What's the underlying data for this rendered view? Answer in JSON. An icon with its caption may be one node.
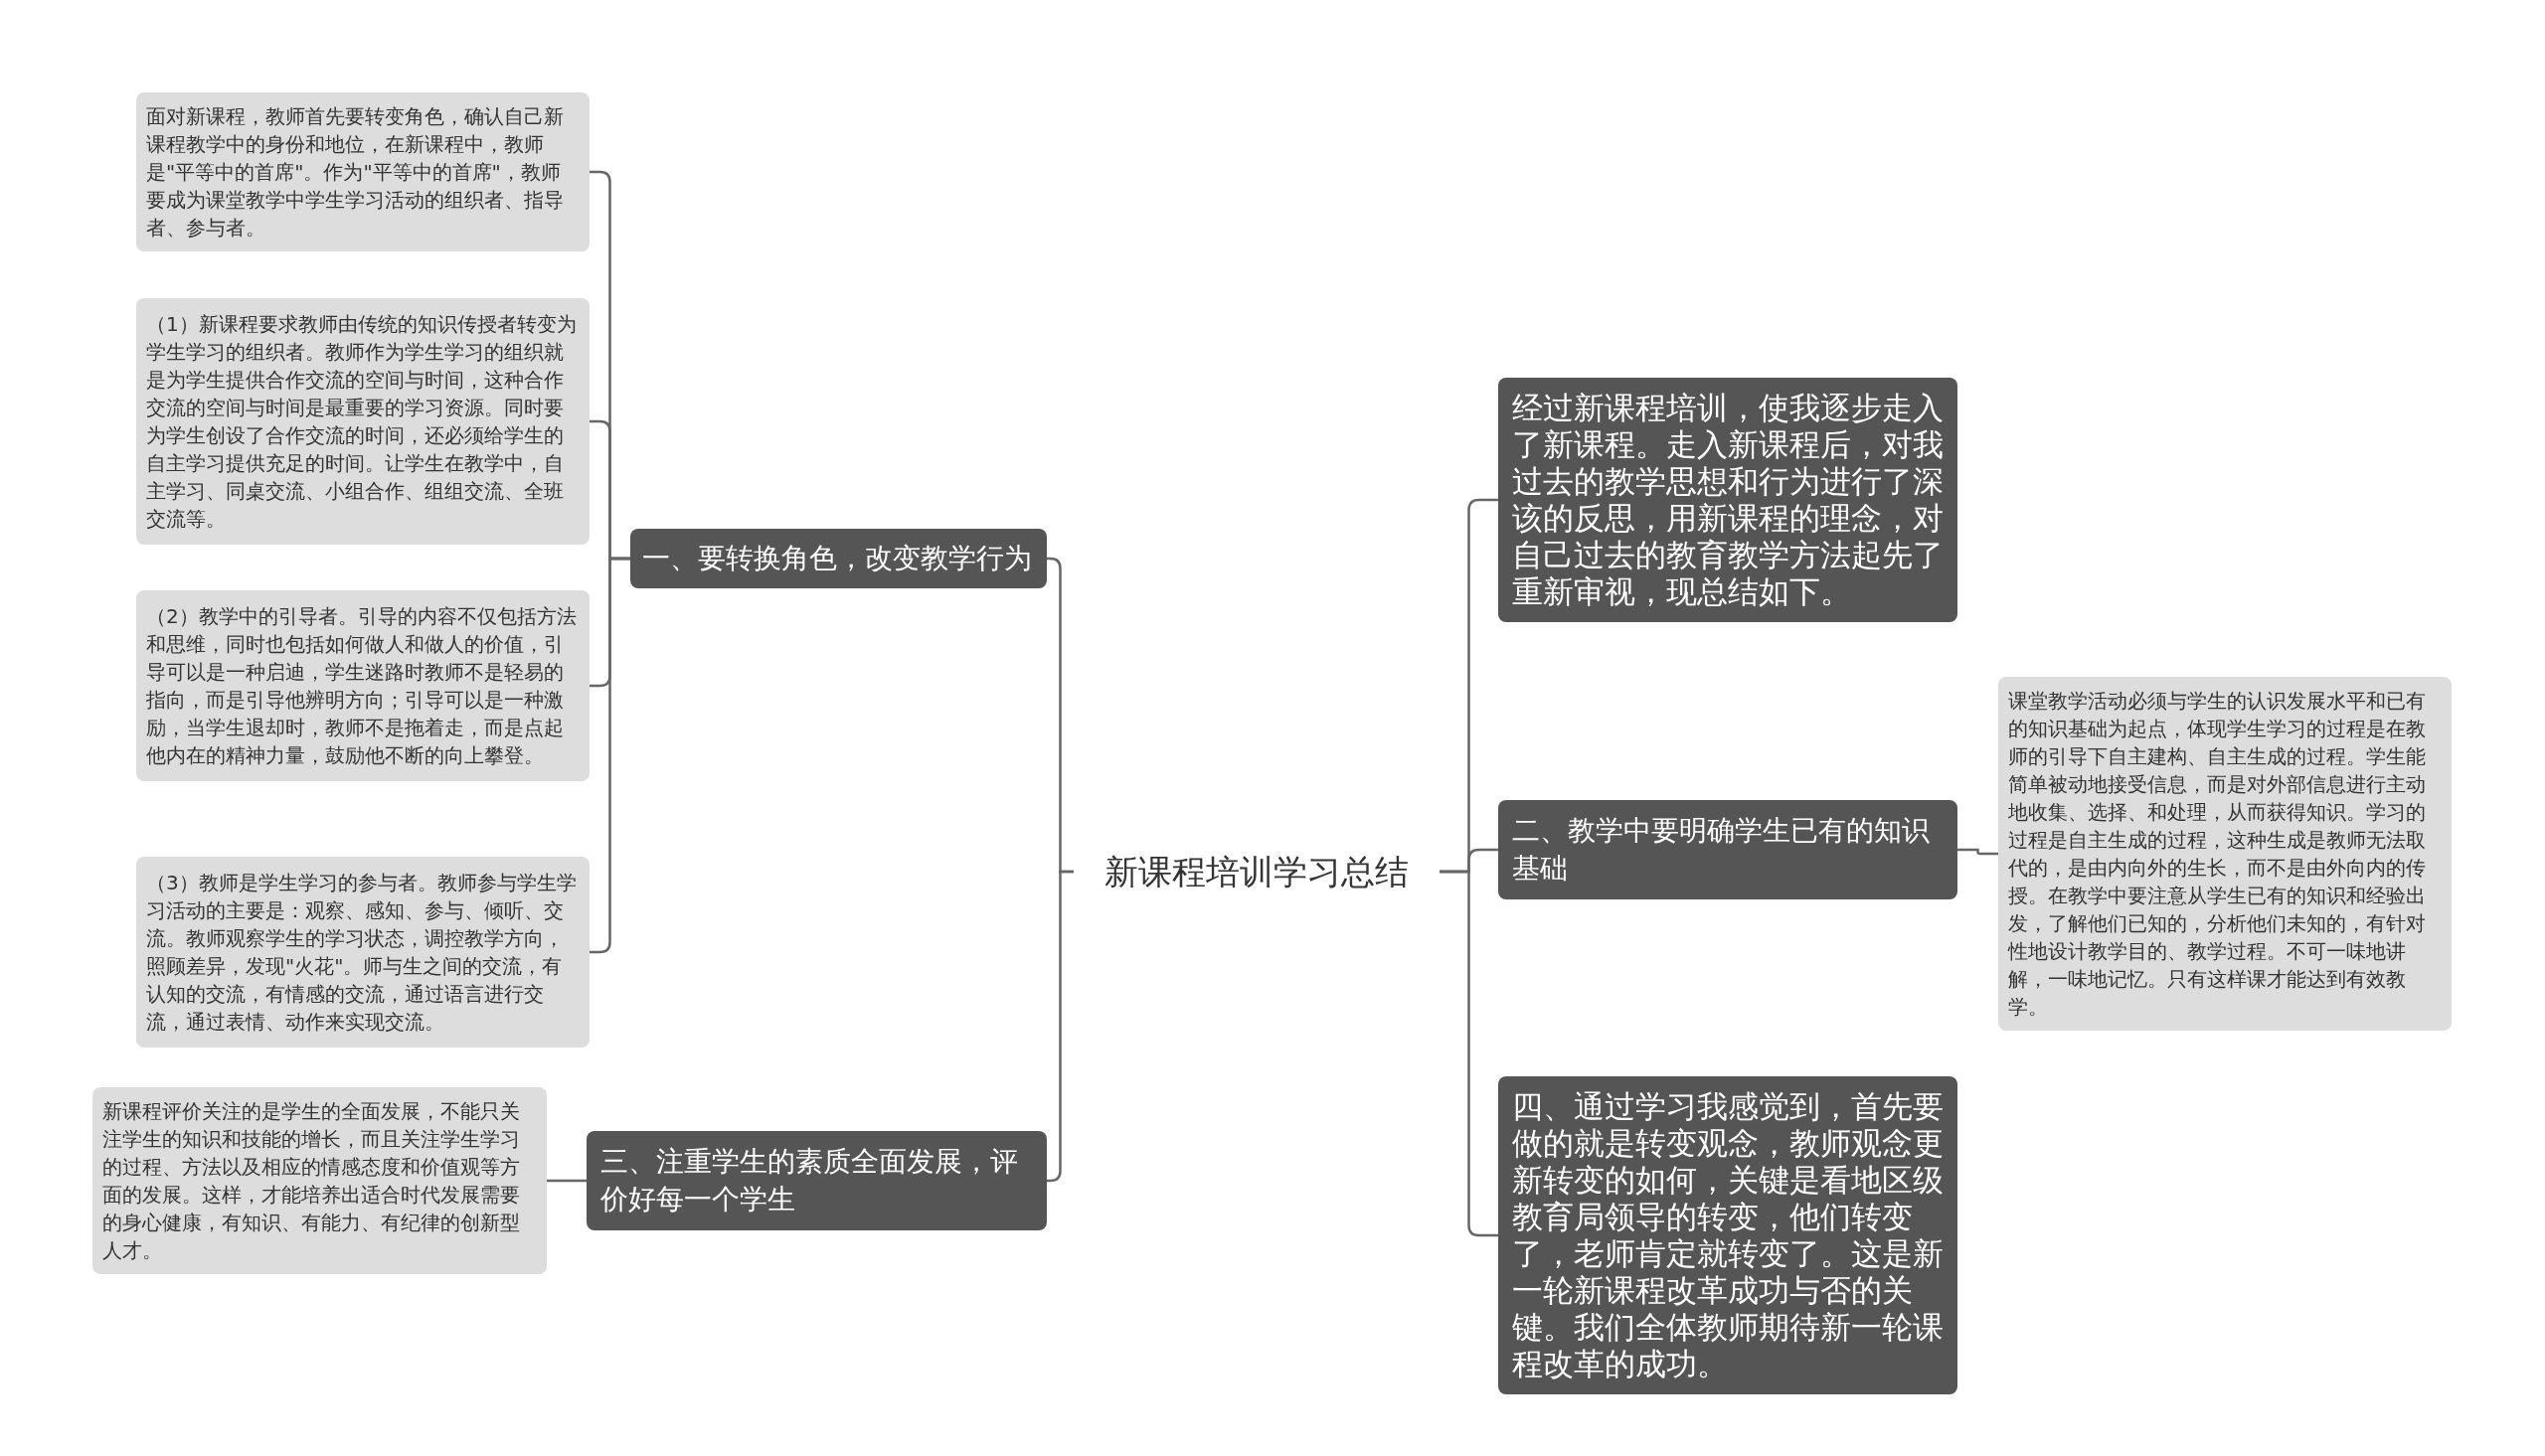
{
  "diagram": {
    "nodes": [
      {
        "text": [
          "新课程培训学习总结"
        ]
      },
      {
        "text": [
          "一、要转换角色，改变教学行为"
        ]
      },
      {
        "text": [
          "面对新课程，教师首先要转变角色，确认自己新课程教学中的身份和地位，在新课程中，教师是\"平等中的首席\"。作为\"平等中的首席\"，教师要成为课堂教学中学生学习活动的组织者、指导者、参与者。"
        ]
      },
      {
        "text": [
          "（1）新课程要求教师由传统的知识传授者转变为学生学习的组织者。教师作为学生学习的组织就是为学生提供合作交流的空间与时间，这种合作交流的空间与时间是最重要的学习资源。同时要为学生创设了合作交流的时间，还必须给学生的自主学习提供充足的时间。让学生在教学中，自主学习、同桌交流、小组合作、组组交流、全班交流等。"
        ]
      },
      {
        "text": [
          "（2）教学中的引导者。引导的内容不仅包括方法和思维，同时也包括如何做人和做人的价值，引导可以是一种启迪，学生迷路时教师不是轻易的指向，而是引导他辨明方向；引导可以是一种激励，当学生退却时，教师不是拖着走，而是点起他内在的精神力量，鼓励他不断的向上攀登。"
        ]
      },
      {
        "text": [
          "（3）教师是学生学习的参与者。教师参与学生学习活动的主要是：观察、感知、参与、倾听、交流。教师观察学生的学习状态，调控教学方向，照顾差异，发现\"火花\"。师与生之间的交流，有认知的交流，有情感的交流，通过语言进行交流，通过表情、动作来实现交流。"
        ]
      },
      {
        "text": [
          "三、注重学生的素质全面发展，评价好每一个学生"
        ]
      },
      {
        "text": [
          "新课程评价关注的是学生的全面发展，不能只关注学生的知识和技能的增长，而且关注学生学习的过程、方法以及相应的情感态度和价值观等方面的发展。这样，才能培养出适合时代发展需要的身心健康，有知识、有能力、有纪律的创新型人才。"
        ]
      },
      {
        "text": [
          "经过新课程培训，使我逐步走入了新课程。走入新课程后，对我过去的教学思想和行为进行了深该的反思，用新课程的理念，对自己过去的教育教学方法起先了重新审视，现总结如下。"
        ]
      },
      {
        "text": [
          "二、教学中要明确学生已有的知识基础"
        ]
      },
      {
        "text": [
          "课堂教学活动必须与学生的认识发展水平和已有的知识基础为起点，体现学生学习的过程是在教师的引导下自主建构、自主生成的过程。学生能简单被动地接受信息，而是对外部信息进行主动地收集、选择、和处理，从而获得知识。学习的过程是自主生成的过程，这种生成是教师无法取代的，是由内向外的生长，而不是由外向内的传授。在教学中要注意从学生已有的知识和经验出发，了解他们已知的，分析他们未知的，有针对性地设计教学目的、教学过程。不可一味地讲解，一味地记忆。只有这样课才能达到有效教学。"
        ]
      },
      {
        "text": [
          "四、通过学习我感觉到，首先要做的就是转变观念，教师观念更新转变的如何，关键是看地区级教育局领导的转变，他们转变了，老师肯定就转变了。这是新一轮新课程改革成功与否的关键。我们全体教师期待新一轮课程改革的成功。"
        ]
      }
    ],
    "edges": [
      {
        "from": 0,
        "to": 1,
        "arrow": "none"
      },
      {
        "from": 0,
        "to": 6,
        "arrow": "none"
      },
      {
        "from": 0,
        "to": 8,
        "arrow": "none"
      },
      {
        "from": 0,
        "to": 9,
        "arrow": "none"
      },
      {
        "from": 0,
        "to": 11,
        "arrow": "none"
      },
      {
        "from": 1,
        "to": 2,
        "arrow": "none"
      },
      {
        "from": 1,
        "to": 3,
        "arrow": "none"
      },
      {
        "from": 1,
        "to": 4,
        "arrow": "none"
      },
      {
        "from": 1,
        "to": 5,
        "arrow": "none"
      },
      {
        "from": 6,
        "to": 7,
        "arrow": "none"
      },
      {
        "from": 9,
        "to": 10,
        "arrow": "none"
      }
    ]
  }
}
